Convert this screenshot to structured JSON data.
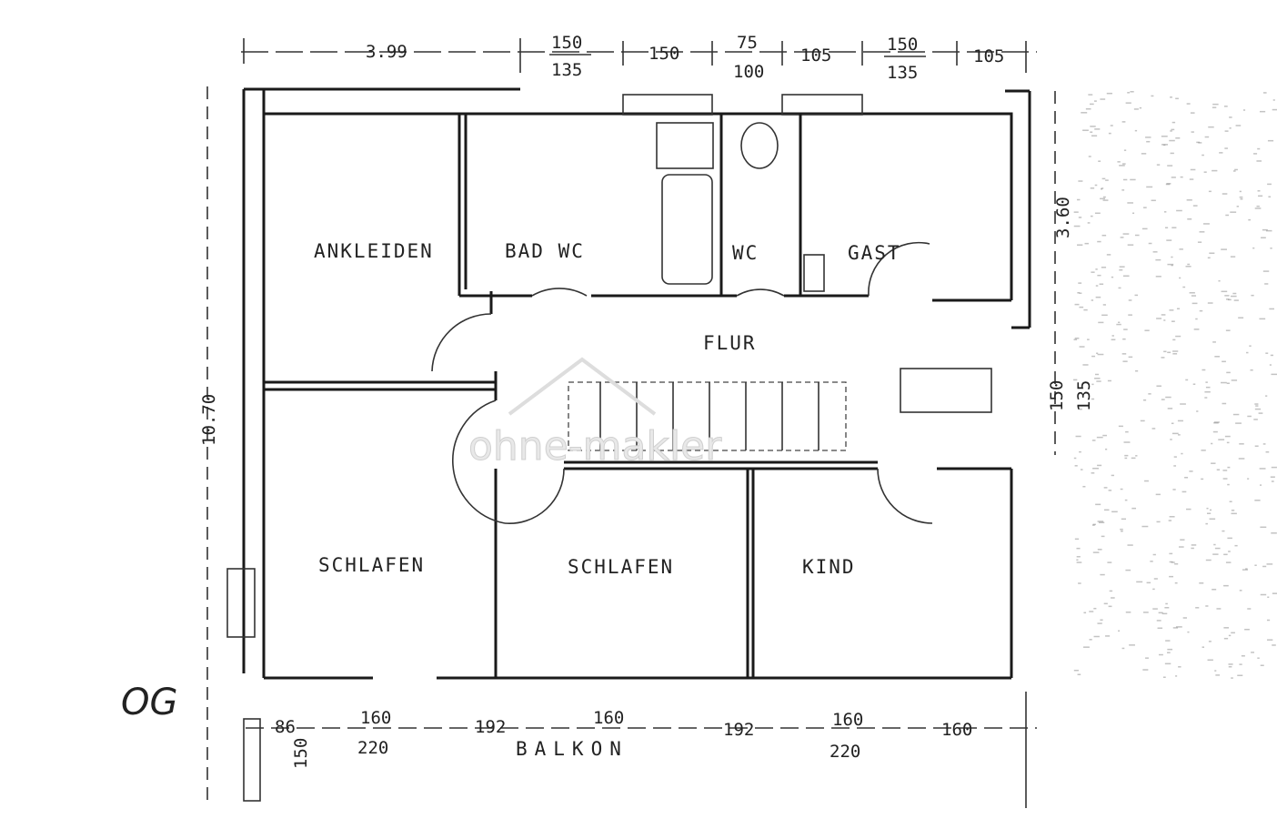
{
  "floor_label": "OG",
  "watermark": "ohne-makler",
  "rooms": {
    "ankleiden": "ANKLEIDEN",
    "bad_wc": "BAD WC",
    "wc": "WC",
    "gast": "GAST",
    "flur": "FLUR",
    "schlafen_1": "SCHLAFEN",
    "schlafen_2": "SCHLAFEN",
    "kind": "KIND",
    "balkon": "BALKON"
  },
  "top_dimensions": [
    "3.99",
    "150",
    "135",
    "150",
    "75",
    "100",
    "105",
    "150",
    "135",
    "105"
  ],
  "bottom_dimensions": [
    "86",
    "160",
    "220",
    "192",
    "160",
    "192",
    "160",
    "220",
    "160",
    "150"
  ],
  "left_dimension": "10.70",
  "right_dimensions": [
    "3.60",
    "150",
    "135"
  ]
}
